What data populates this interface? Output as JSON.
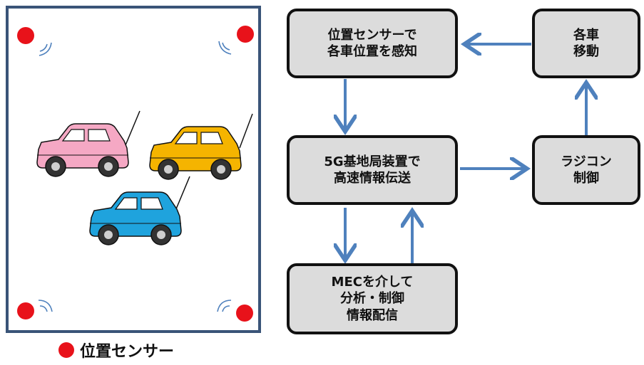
{
  "colors": {
    "box_fill": "#dcdcdc",
    "box_border": "#111111",
    "arrow": "#4f81bd",
    "sensor": "#e8121a",
    "frame": "#3a5478",
    "car_pink": "#f5a8c4",
    "car_yellow": "#f5b400",
    "car_blue": "#1fa3dd"
  },
  "boxes": {
    "sense": "位置センサーで\n各車位置を感知",
    "move": "各車\n移動",
    "transmit": "5G基地局装置で\n高速情報伝送",
    "rc": "ラジコン\n制御",
    "mec": "MECを介して\n分析・制御\n情報配信"
  },
  "legend": {
    "label": "位置センサー"
  },
  "icons": {
    "sensor": "red-dot-sensor-icon",
    "signal": "radio-wave-icon",
    "car": "rc-car-icon"
  }
}
